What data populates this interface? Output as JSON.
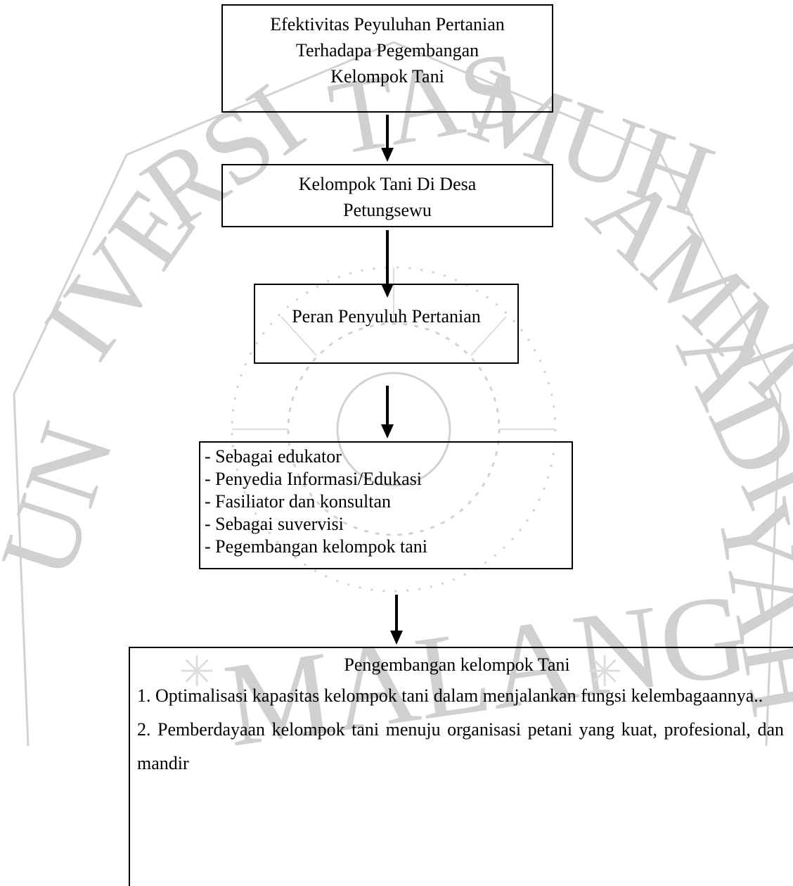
{
  "watermark": {
    "arc_text_top": "UNIVERSITAS MUHAMMADIYAH",
    "bottom_text": "MALANG",
    "color": "#c9c9c9"
  },
  "boxes": {
    "top": {
      "lines": [
        "Efektivitas Peyuluhan Pertanian",
        "Terhadapa Pegembangan",
        "Kelompok Tani"
      ]
    },
    "second": {
      "lines": [
        "Kelompok Tani  Di Desa",
        "Petungsewu"
      ]
    },
    "third": {
      "text": "Peran Penyuluh Pertanian"
    },
    "fourth": {
      "items": [
        "- Sebagai edukator",
        "- Penyedia Informasi/Edukasi",
        "- Fasiliator dan konsultan",
        "- Sebagai suvervisi",
        "- Pegembangan kelompok tani"
      ]
    },
    "fifth": {
      "title": "Pengembangan kelompok Tani",
      "point1": "1. Optimalisasi kapasitas kelompok tani dalam menjalankan fungsi kelembagaannya..",
      "point2": "2.  Pemberdayaan kelompok tani menuju organisasi petani yang kuat, profesional, dan mandir"
    }
  }
}
